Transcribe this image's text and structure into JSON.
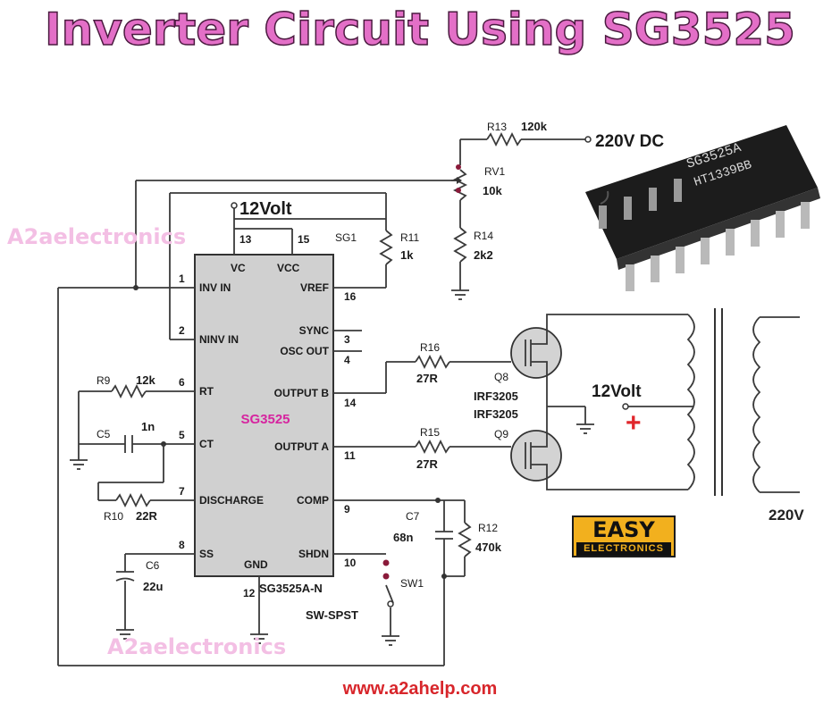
{
  "title": "Inverter Circuit Using SG3525",
  "watermarks": [
    "A2aelectronics",
    "A2aelectronics"
  ],
  "website": "www.a2ahelp.com",
  "logo": {
    "main": "EASY",
    "sub": "ELECTRONICS"
  },
  "ic": {
    "name": "SG3525",
    "part": "SG3525A-N",
    "ref": "SG1",
    "chip_text_1": "SG3525A",
    "chip_text_2": "HT1339BB",
    "pins_left": [
      {
        "num": "1",
        "name": "INV IN"
      },
      {
        "num": "2",
        "name": "NINV IN"
      },
      {
        "num": "6",
        "name": "RT"
      },
      {
        "num": "5",
        "name": "CT"
      },
      {
        "num": "7",
        "name": "DISCHARGE"
      },
      {
        "num": "8",
        "name": "SS"
      }
    ],
    "pins_right": [
      {
        "num": "16",
        "name": "VREF"
      },
      {
        "num": "3",
        "name": "SYNC"
      },
      {
        "num": "4",
        "name": "OSC OUT"
      },
      {
        "num": "14",
        "name": "OUTPUT B"
      },
      {
        "num": "11",
        "name": "OUTPUT A"
      },
      {
        "num": "9",
        "name": "COMP"
      },
      {
        "num": "10",
        "name": "SHDN"
      }
    ],
    "pins_top": [
      {
        "num": "13",
        "name": "VC"
      },
      {
        "num": "15",
        "name": "VCC"
      }
    ],
    "pin_bottom": {
      "num": "12",
      "name": "GND"
    }
  },
  "supply": {
    "v12": "12Volt",
    "v220dc": "220V DC",
    "v12_tx": "12Volt",
    "plus": "+",
    "v220": "220V"
  },
  "components": {
    "r13": {
      "ref": "R13",
      "value": "120k"
    },
    "rv1": {
      "ref": "RV1",
      "value": "10k"
    },
    "r14": {
      "ref": "R14",
      "value": "2k2"
    },
    "r11": {
      "ref": "R11",
      "value": "1k"
    },
    "r9": {
      "ref": "R9",
      "value": "12k"
    },
    "c5": {
      "ref": "C5",
      "value": "1n"
    },
    "r10": {
      "ref": "R10",
      "value": "22R"
    },
    "c6": {
      "ref": "C6",
      "value": "22u"
    },
    "c7": {
      "ref": "C7",
      "value": "68n"
    },
    "r12": {
      "ref": "R12",
      "value": "470k"
    },
    "r16": {
      "ref": "R16",
      "value": "27R"
    },
    "r15": {
      "ref": "R15",
      "value": "27R"
    },
    "q8": {
      "ref": "Q8",
      "value": "IRF3205"
    },
    "q9": {
      "ref": "Q9",
      "value": "IRF3205"
    },
    "sw1": {
      "ref": "SW1",
      "value": "SW-SPST"
    }
  }
}
